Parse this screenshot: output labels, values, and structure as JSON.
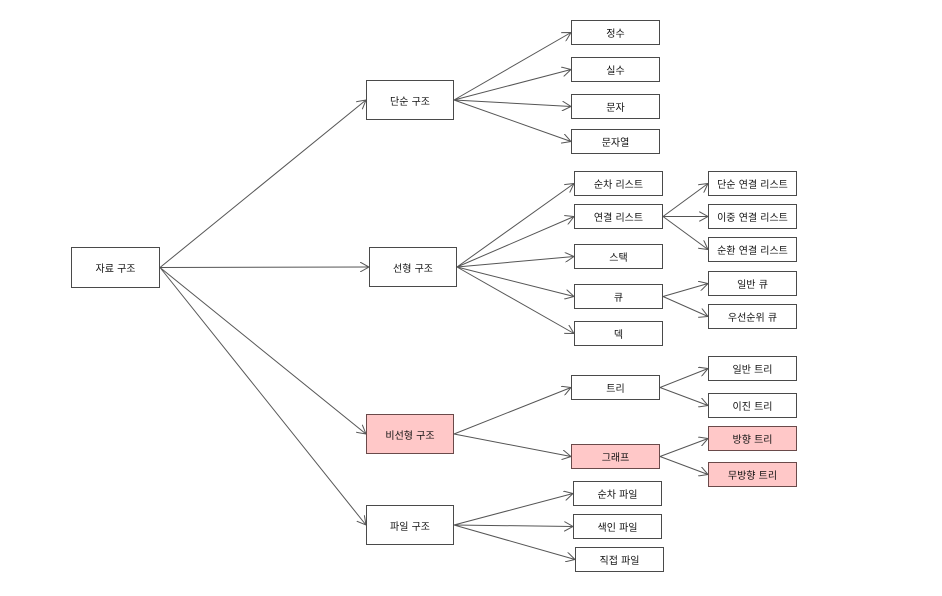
{
  "colors": {
    "node_fill": "#ffffff",
    "highlight_fill": "#ffc8c8",
    "border": "#4a4a4a",
    "edge": "#555555"
  },
  "nodes": {
    "root": {
      "label": "자료 구조"
    },
    "simple": {
      "label": "단순 구조"
    },
    "linear": {
      "label": "선형 구조"
    },
    "nonlinear": {
      "label": "비선형 구조",
      "highlighted": true
    },
    "file": {
      "label": "파일 구조"
    },
    "integer": {
      "label": "정수"
    },
    "real": {
      "label": "실수"
    },
    "char": {
      "label": "문자"
    },
    "string": {
      "label": "문자열"
    },
    "seq_list": {
      "label": "순차 리스트"
    },
    "linked_list": {
      "label": "연결 리스트"
    },
    "stack": {
      "label": "스택"
    },
    "queue": {
      "label": "큐"
    },
    "deque": {
      "label": "덱"
    },
    "singly": {
      "label": "단순 연결 리스트"
    },
    "doubly": {
      "label": "이중 연결 리스트"
    },
    "circular": {
      "label": "순환 연결 리스트"
    },
    "normal_queue": {
      "label": "일반 큐"
    },
    "priority_queue": {
      "label": "우선순위 큐"
    },
    "tree": {
      "label": "트리"
    },
    "graph": {
      "label": "그래프",
      "highlighted": true
    },
    "general_tree": {
      "label": "일반 트리"
    },
    "binary_tree": {
      "label": "이진 트리"
    },
    "directed_tree": {
      "label": "방향 트리",
      "highlighted": true
    },
    "undirected_tree": {
      "label": "무방향 트리",
      "highlighted": true
    },
    "seq_file": {
      "label": "순차 파일"
    },
    "index_file": {
      "label": "색인 파일"
    },
    "direct_file": {
      "label": "직접 파일"
    }
  },
  "edges": [
    [
      "root",
      "simple"
    ],
    [
      "root",
      "linear"
    ],
    [
      "root",
      "nonlinear"
    ],
    [
      "root",
      "file"
    ],
    [
      "simple",
      "integer"
    ],
    [
      "simple",
      "real"
    ],
    [
      "simple",
      "char"
    ],
    [
      "simple",
      "string"
    ],
    [
      "linear",
      "seq_list"
    ],
    [
      "linear",
      "linked_list"
    ],
    [
      "linear",
      "stack"
    ],
    [
      "linear",
      "queue"
    ],
    [
      "linear",
      "deque"
    ],
    [
      "linked_list",
      "singly"
    ],
    [
      "linked_list",
      "doubly"
    ],
    [
      "linked_list",
      "circular"
    ],
    [
      "queue",
      "normal_queue"
    ],
    [
      "queue",
      "priority_queue"
    ],
    [
      "nonlinear",
      "tree"
    ],
    [
      "nonlinear",
      "graph"
    ],
    [
      "tree",
      "general_tree"
    ],
    [
      "tree",
      "binary_tree"
    ],
    [
      "graph",
      "directed_tree"
    ],
    [
      "graph",
      "undirected_tree"
    ],
    [
      "file",
      "seq_file"
    ],
    [
      "file",
      "index_file"
    ],
    [
      "file",
      "direct_file"
    ]
  ]
}
